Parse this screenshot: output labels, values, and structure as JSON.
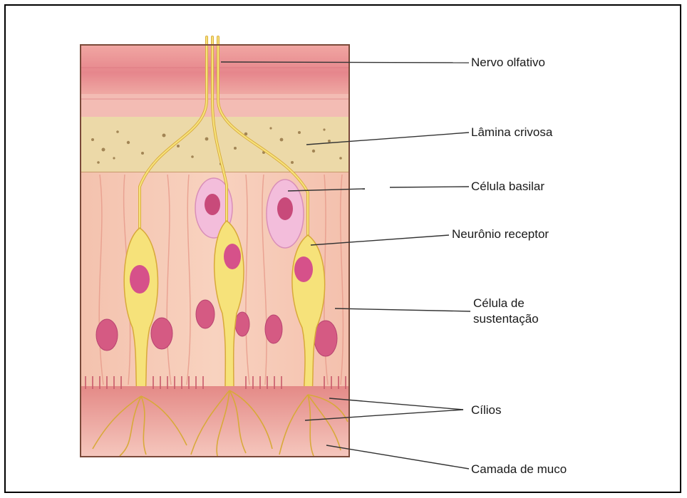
{
  "labels": {
    "nervo_olfativo": "Nervo olfativo",
    "lamina_crivosa": "Lâmina crivosa",
    "celula_basilar": "Célula basilar",
    "neuronio_receptor": "Neurônio receptor",
    "celula_sustentacao_line1": "Célula de",
    "celula_sustentacao_line2": "sustentação",
    "cilios": "Cílios",
    "camada_muco": "Camada de muco"
  },
  "colors": {
    "nerve_layer": "#e98a8f",
    "bone_layer": "#ead8a6",
    "epithelium": "#f6c9b4",
    "neuron": "#f6e27a",
    "nucleus": "#d4507a",
    "basal_cell": "#f2b7d6",
    "mucus": "#e9a19a",
    "leader_line": "#333333"
  }
}
